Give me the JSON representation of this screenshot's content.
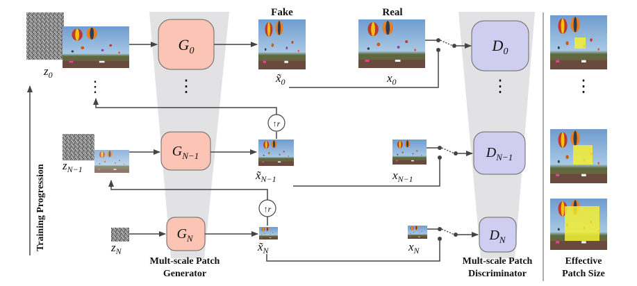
{
  "top_labels": {
    "fake": "Fake",
    "real": "Real"
  },
  "generators": [
    {
      "letter": "G",
      "sub": "0"
    },
    {
      "letter": "G",
      "sub": "N−1"
    },
    {
      "letter": "G",
      "sub": "N"
    }
  ],
  "discriminators": [
    {
      "letter": "D",
      "sub": "0"
    },
    {
      "letter": "D",
      "sub": "N−1"
    },
    {
      "letter": "D",
      "sub": "N"
    }
  ],
  "noise_labels": [
    {
      "letter": "z",
      "sub": "0"
    },
    {
      "letter": "z",
      "sub": "N−1"
    },
    {
      "letter": "z",
      "sub": "N"
    }
  ],
  "fake_labels": [
    {
      "letter": "x̃",
      "sub": "0"
    },
    {
      "letter": "x̃",
      "sub": "N−1"
    },
    {
      "letter": "x̃",
      "sub": "N"
    }
  ],
  "real_labels": [
    {
      "letter": "x",
      "sub": "0"
    },
    {
      "letter": "x",
      "sub": "N−1"
    },
    {
      "letter": "x",
      "sub": "N"
    }
  ],
  "upsample_symbol": "↑r",
  "ellipsis": "⋮",
  "training_progression": "Training Progression",
  "generator_caption": [
    "Mult-scale Patch",
    "Generator"
  ],
  "discriminator_caption": [
    "Mult-scale Patch",
    "Discriminator"
  ],
  "patch_caption": [
    "Effective",
    "Patch Size"
  ],
  "colors": {
    "generator_fill": "#fbc4b4",
    "discriminator_fill": "#cfcdf0",
    "pyramid_fill": "#e2e2e4",
    "patch_highlight": "#f3ee32",
    "arrow": "#444444"
  }
}
